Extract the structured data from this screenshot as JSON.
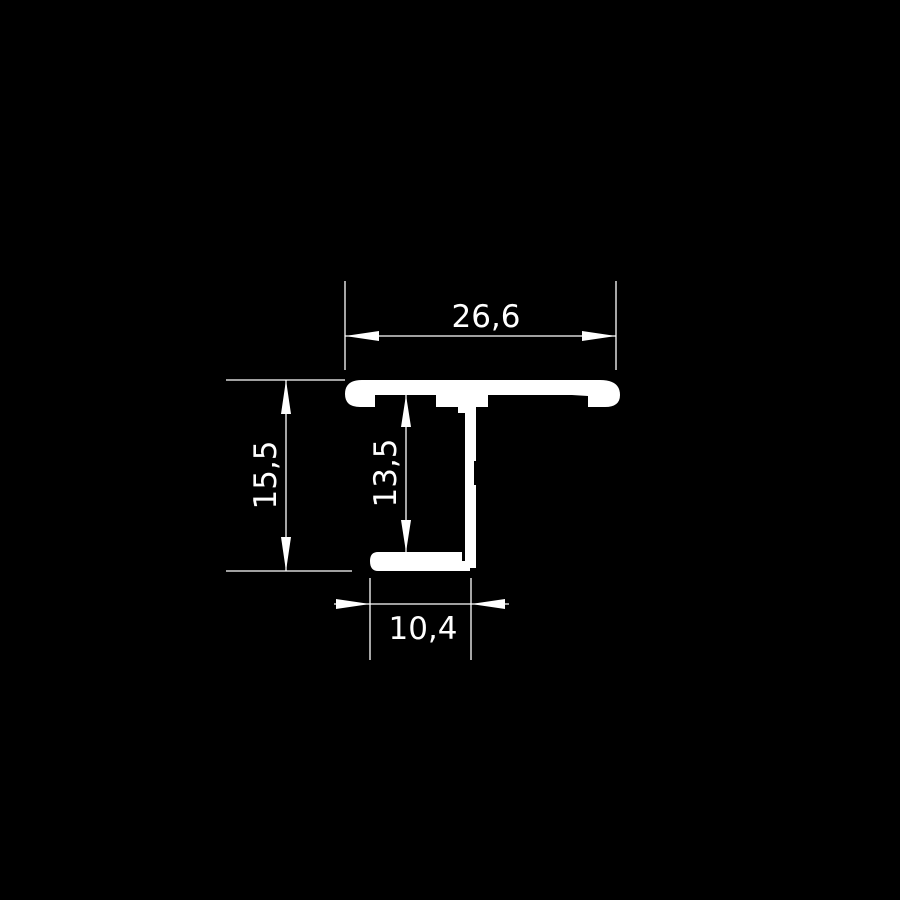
{
  "drawing": {
    "background_color": "#000000",
    "line_color": "#ffffff"
  },
  "dimensions": {
    "overall_width": "26,6",
    "overall_height": "15,5",
    "inner_height": "13,5",
    "base_width": "10,4"
  }
}
